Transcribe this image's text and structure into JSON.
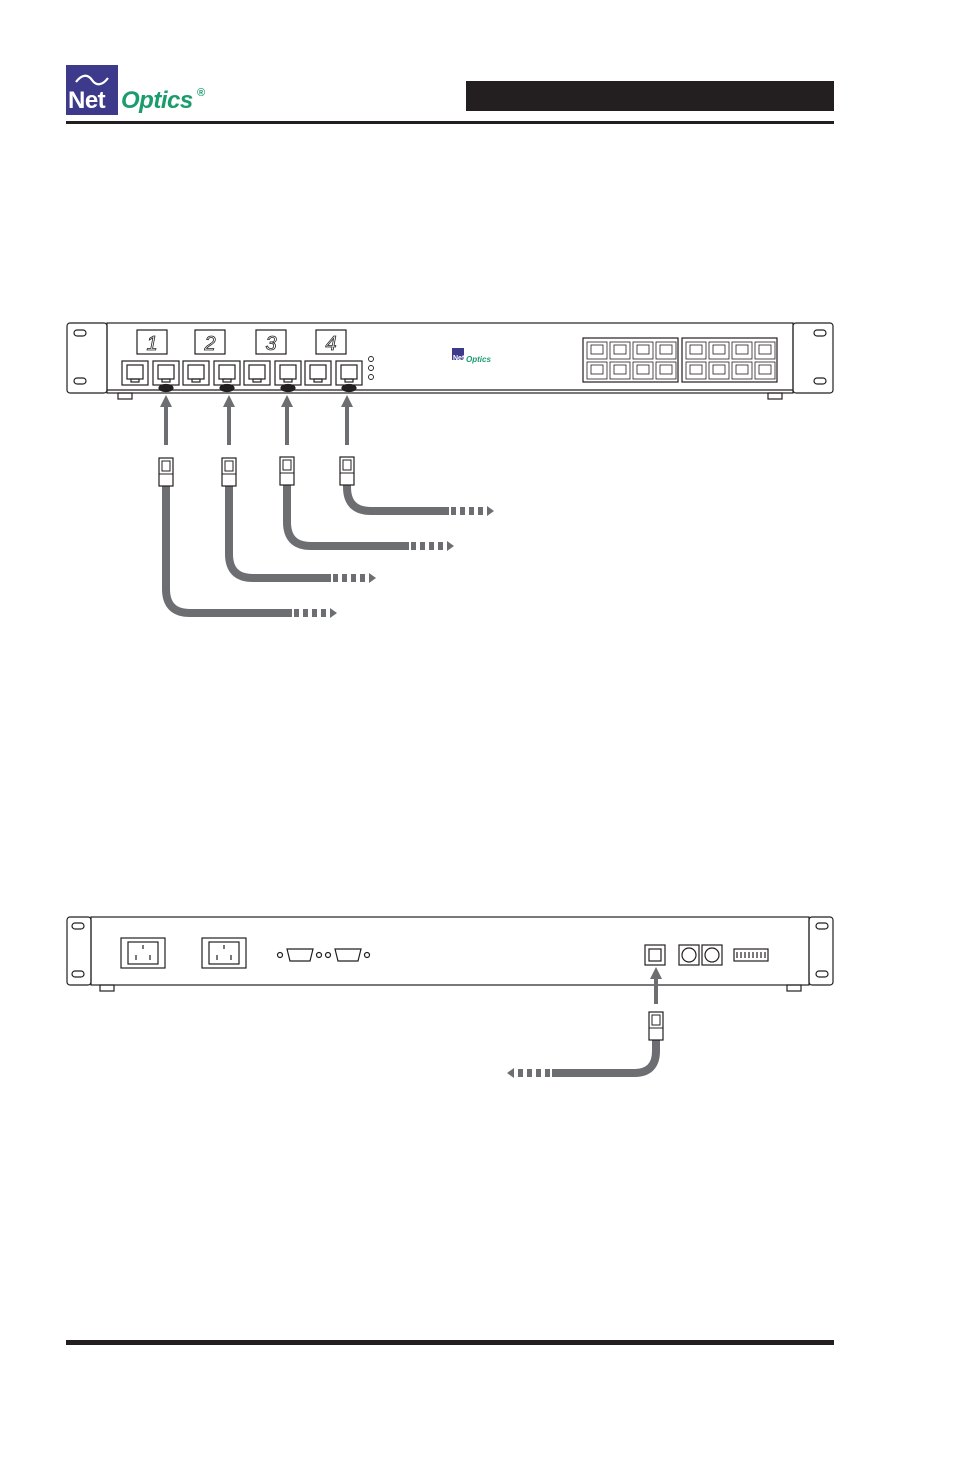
{
  "logo": {
    "net": "Net",
    "optics": "Optics",
    "registered": "®",
    "brand_color": "#3d3a8c",
    "accent_color": "#1a9c6d"
  },
  "front_panel": {
    "port_group_labels": [
      "1",
      "2",
      "3",
      "4"
    ],
    "badge": {
      "net": "Net",
      "optics": "Optics"
    },
    "cable_count": 4
  },
  "rear_panel": {
    "cable_count": 1
  },
  "colors": {
    "line": "#231f20",
    "cable": "#6d6e71"
  }
}
